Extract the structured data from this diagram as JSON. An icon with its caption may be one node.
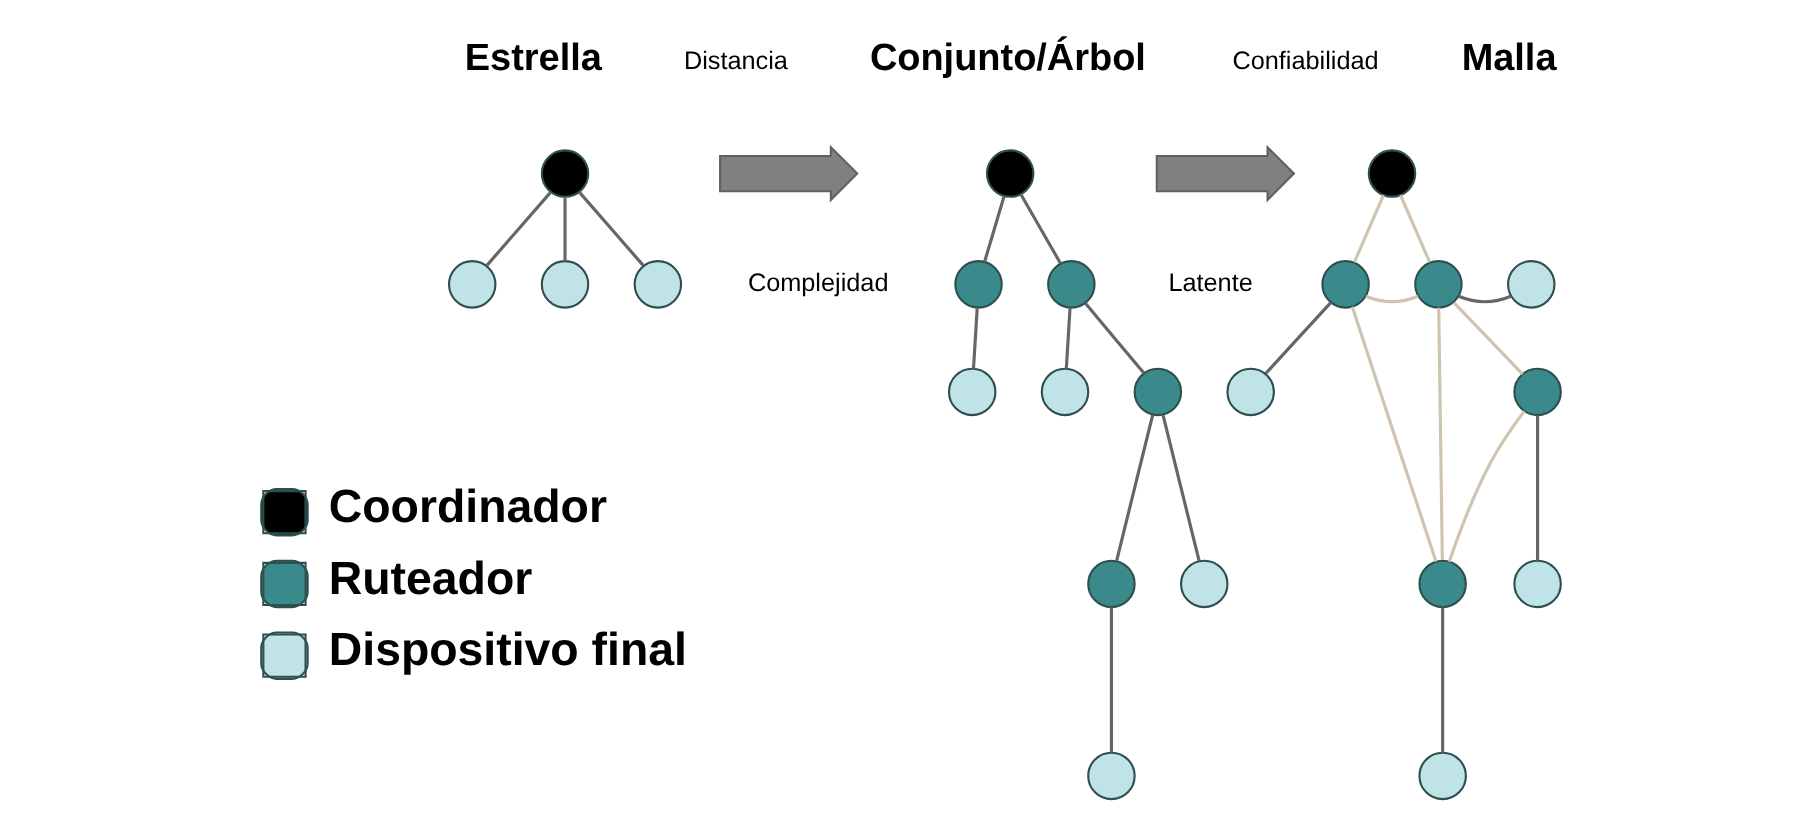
{
  "diagram": {
    "nodes": [
      {
        "text": [],
        "shape": "circle"
      },
      {
        "text": [],
        "shape": "circle"
      },
      {
        "text": [],
        "shape": "circle"
      },
      {
        "text": [],
        "shape": "circle"
      },
      {
        "text": [],
        "shape": "circle"
      },
      {
        "text": [],
        "shape": "circle"
      },
      {
        "text": [],
        "shape": "circle"
      },
      {
        "text": [],
        "shape": "circle"
      },
      {
        "text": [],
        "shape": "circle"
      },
      {
        "text": [],
        "shape": "circle"
      },
      {
        "text": [],
        "shape": "circle"
      },
      {
        "text": [],
        "shape": "circle"
      },
      {
        "text": [],
        "shape": "circle"
      },
      {
        "text": [],
        "shape": "circle"
      },
      {
        "text": [],
        "shape": "circle"
      },
      {
        "text": [],
        "shape": "circle"
      },
      {
        "text": [],
        "shape": "circle"
      },
      {
        "text": [],
        "shape": "circle"
      },
      {
        "text": [],
        "shape": "circle"
      },
      {
        "text": [],
        "shape": "circle"
      },
      {
        "text": [],
        "shape": "circle"
      },
      {
        "text": [],
        "shape": "circle"
      },
      {
        "text": [],
        "shape": "arrow"
      },
      {
        "text": [],
        "shape": "arrow"
      }
    ],
    "edges": [
      {
        "from": 0,
        "to": 1,
        "arrow": "none"
      },
      {
        "from": 0,
        "to": 2,
        "arrow": "none"
      },
      {
        "from": 0,
        "to": 3,
        "arrow": "none"
      },
      {
        "from": 4,
        "to": 5,
        "arrow": "none"
      },
      {
        "from": 4,
        "to": 6,
        "arrow": "none"
      },
      {
        "from": 5,
        "to": 7,
        "arrow": "none"
      },
      {
        "from": 6,
        "to": 8,
        "arrow": "none"
      },
      {
        "from": 6,
        "to": 9,
        "arrow": "none"
      },
      {
        "from": 9,
        "to": 10,
        "arrow": "none"
      },
      {
        "from": 9,
        "to": 11,
        "arrow": "none"
      },
      {
        "from": 11,
        "to": 12,
        "arrow": "none"
      },
      {
        "from": 13,
        "to": 14,
        "arrow": "none",
        "color": "#cfc4b0"
      },
      {
        "from": 13,
        "to": 15,
        "arrow": "none",
        "color": "#cfc4b0"
      },
      {
        "from": 14,
        "to": 15,
        "arrow": "none",
        "color": "#cfc4b0"
      },
      {
        "from": 15,
        "to": 16,
        "arrow": "none"
      },
      {
        "from": 14,
        "to": 17,
        "arrow": "none"
      },
      {
        "from": 14,
        "to": 20,
        "arrow": "none",
        "color": "#cfc4b0"
      },
      {
        "from": 15,
        "to": 18,
        "arrow": "none",
        "color": "#cfc4b0"
      },
      {
        "from": 15,
        "to": 20,
        "arrow": "none",
        "color": "#cfc4b0"
      },
      {
        "from": 18,
        "to": 20,
        "arrow": "none",
        "color": "#cfc4b0"
      },
      {
        "from": 18,
        "to": 19,
        "arrow": "none"
      },
      {
        "from": 20,
        "to": 21,
        "arrow": "none"
      }
    ],
    "labels": [
      "Estrella",
      "Conjunto/Árbol",
      "Malla",
      "Distancia",
      "Confiabilidad",
      "Latente",
      "Complejidad"
    ],
    "legend": [
      {
        "text": "Coordinador",
        "color": "#000000"
      },
      {
        "text": "Ruteador",
        "color": "#3a8a8c"
      },
      {
        "text": "Dispositivo final",
        "color": "#bfe3e6"
      }
    ]
  }
}
